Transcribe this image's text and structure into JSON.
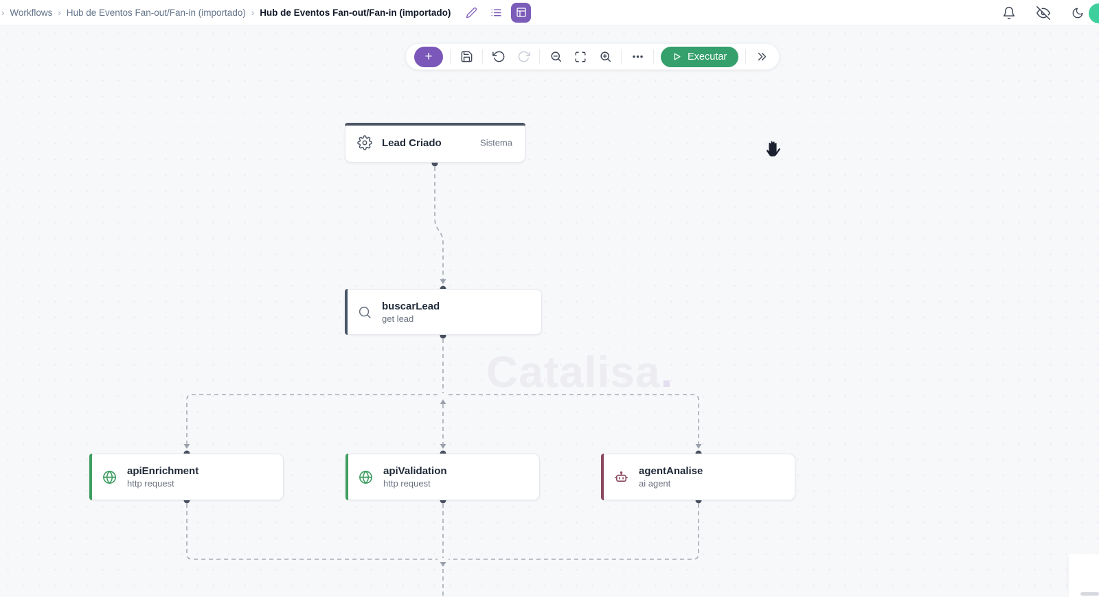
{
  "topbar": {
    "breadcrumb": {
      "leading_separator": "›",
      "separator": "›",
      "items": [
        "Workflows",
        "Hub de Eventos Fan-out/Fan-in (importado)",
        "Hub de Eventos Fan-out/Fan-in (importado)"
      ]
    },
    "icons": [
      "edit-pencil-icon",
      "list-icon",
      "panel-layout-icon",
      "bell-icon",
      "eye-off-icon",
      "moon-icon",
      "avatar"
    ]
  },
  "toolbar": {
    "add_label": "+",
    "execute_label": "Executar",
    "icons": [
      "add",
      "save",
      "undo",
      "redo",
      "zoom-out",
      "fit-view",
      "zoom-in",
      "more-options",
      "play",
      "expand-chevrons"
    ]
  },
  "workflow": {
    "watermark": {
      "text": "Catalisa",
      "dot": "."
    },
    "nodes": [
      {
        "id": "lead-criado",
        "title": "Lead Criado",
        "badge": "Sistema",
        "icon": "gear-icon",
        "accent": "#4b5563",
        "accent_side": "top"
      },
      {
        "id": "buscar-lead",
        "title": "buscarLead",
        "subtitle": "get lead",
        "icon": "search-icon",
        "accent": "#475569",
        "accent_side": "left"
      },
      {
        "id": "api-enrichment",
        "title": "apiEnrichment",
        "subtitle": "http request",
        "icon": "globe-icon",
        "accent": "#3f9e62",
        "accent_side": "left"
      },
      {
        "id": "api-validation",
        "title": "apiValidation",
        "subtitle": "http request",
        "icon": "globe-icon",
        "accent": "#3f9e62",
        "accent_side": "left"
      },
      {
        "id": "agent-analise",
        "title": "agentAnalise",
        "subtitle": "ai agent",
        "icon": "robot-icon",
        "accent": "#8a495f",
        "accent_side": "left"
      }
    ]
  },
  "colors": {
    "accent_purple": "#7a57b9",
    "execute_green": "#35a06b",
    "http_green": "#3f9e62",
    "agent_maroon": "#8a495f",
    "system_slate": "#475569",
    "edge_gray": "#a6abb5",
    "eye_off_orange": "#e08a3c",
    "avatar_green": "#3ecf9c"
  }
}
